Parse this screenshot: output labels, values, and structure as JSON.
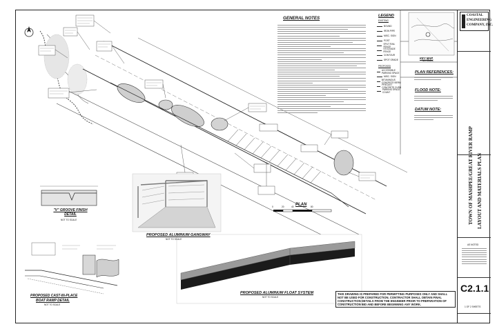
{
  "general_notes": {
    "title": "GENERAL NOTES"
  },
  "legend": {
    "title": "LEGEND",
    "existing_label": "EXISTING",
    "proposed_label": "PROPOSED",
    "existing_items": [
      "BOUND",
      "IRON PIPE",
      "MISC. SIGN",
      "POST",
      "SPLIT RAIL FENCE",
      "STOCKADE FENCE",
      "CONTOUR",
      "SPOT GRADE"
    ],
    "proposed_items": [
      "ACCESSIBLE PARKING SPACE",
      "MISC. SIGN",
      "BITUMINOUS CONCRETE BERM",
      "PRECAST CONCRETE CURB",
      "PARKING SPACE COUNT"
    ]
  },
  "key_map": {
    "title": "KEY MAP",
    "scale": "NO SCALE"
  },
  "plan_references": {
    "title": "PLAN REFERENCES:"
  },
  "flood_note": {
    "title": "FLOOD NOTE:"
  },
  "datum_note": {
    "title": "DATUM NOTE:"
  },
  "plan": {
    "title": "PLAN",
    "scale_ticks": [
      "0",
      "20",
      "40",
      "80"
    ]
  },
  "details": {
    "v_groove_title": "\"V\" GROOVE FINISH DETAIL",
    "v_groove_scale": "NOT TO SCALE",
    "ramp_title_1": "PROPOSED CAST-IN-PLACE",
    "ramp_title_2": "BOAT RAMP DETAIL",
    "ramp_scale": "NOT TO SCALE",
    "gangway_title": "PROPOSED ALUMINUM GANGWAY",
    "gangway_scale": "NOT TO SCALE",
    "float_title": "PROPOSED ALUMINUM FLOAT SYSTEM",
    "float_scale": "NOT TO SCALE"
  },
  "disclaimer": "THIS DRAWING IS PREPARED FOR PERMITTING PURPOSES ONLY AND SHALL NOT BE USED FOR CONSTRUCTION. CONTRACTOR SHALL OBTAIN FINAL CONSTRUCTION DETAILS FROM THE ENGINEER PRIOR TO PREPARATION OF CONSTRUCTION BID AND BEFORE BEGINNING ANY WORK.",
  "title_block": {
    "firm_line1": "COASTAL",
    "firm_line2": "ENGINEERING",
    "firm_line3": "COMPANY, INC.",
    "project": "TOWN OF MASHPEE/GREAT RIVER RAMP",
    "sheet_title": "LAYOUT AND MATERIALS PLAN",
    "sheet_number": "C2.1.1",
    "sheet_count": "1 OF 2 SHEETS",
    "rev_label": "AS NOTED"
  }
}
